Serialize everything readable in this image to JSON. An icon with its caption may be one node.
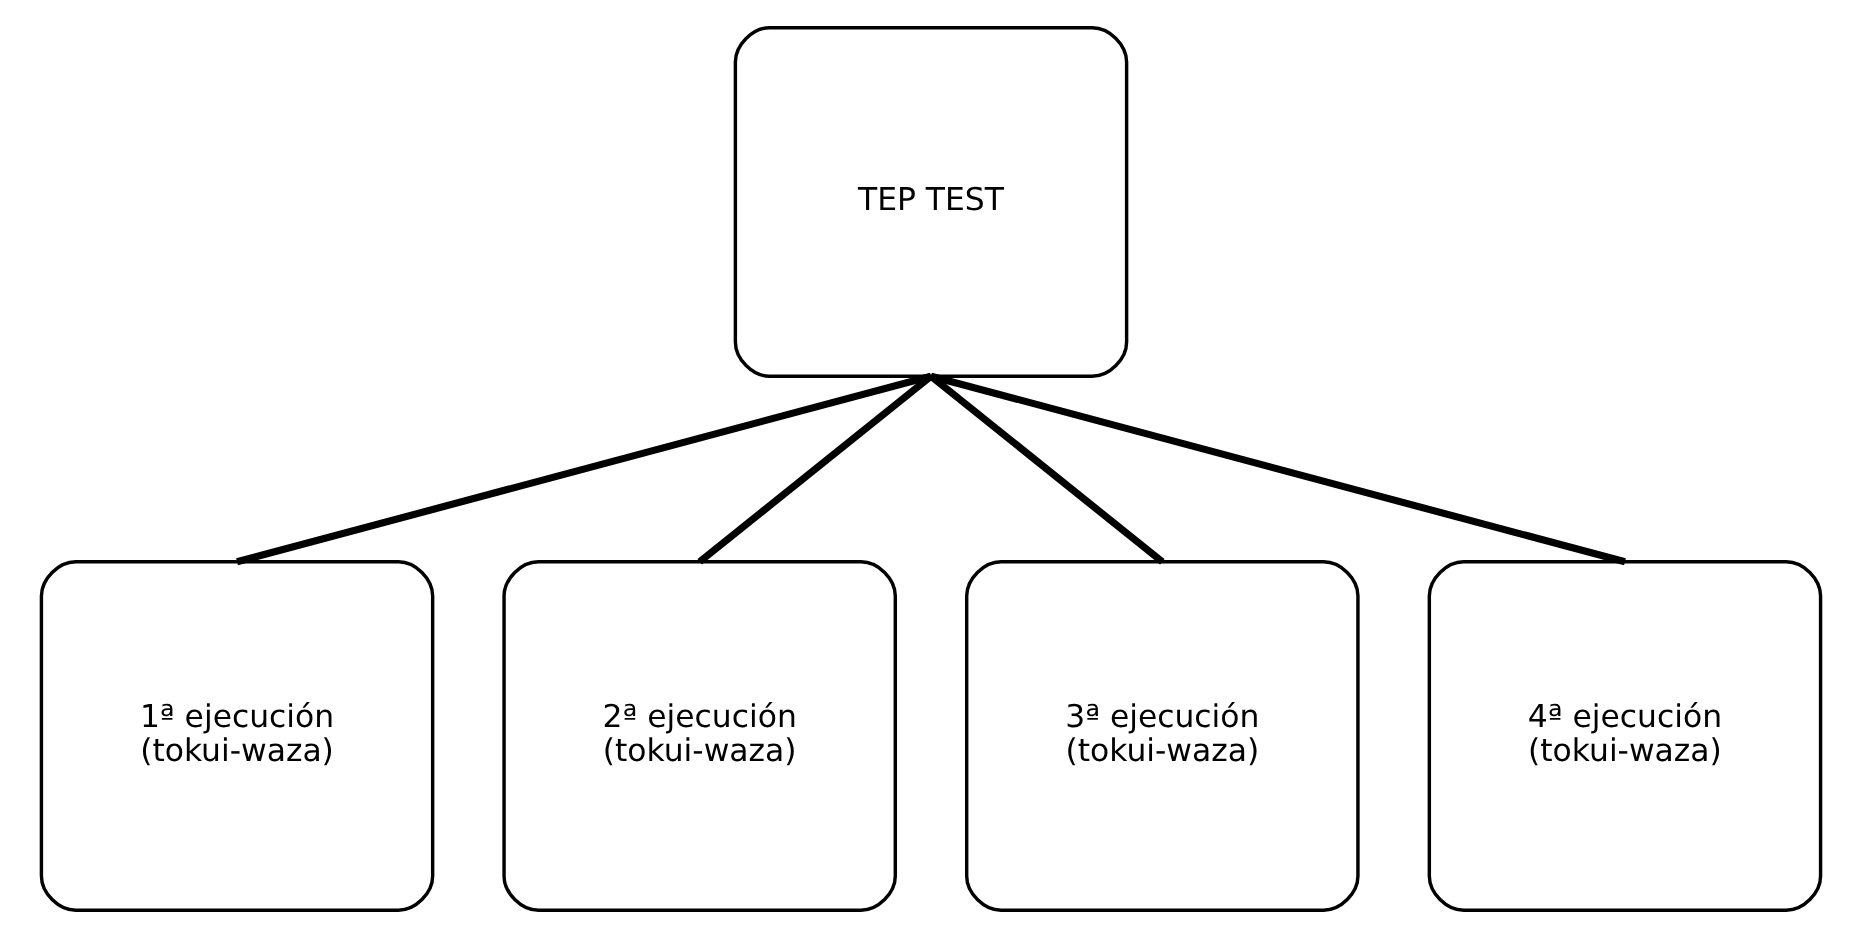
{
  "diagram": {
    "nodes": [
      {
        "text": [
          "TEP TEST"
        ]
      },
      {
        "text": [
          "1ª ejecución (tokui-waza)"
        ]
      },
      {
        "text": [
          "2ª ejecución (tokui-waza)"
        ]
      },
      {
        "text": [
          "3ª ejecución (tokui-waza)"
        ]
      },
      {
        "text": [
          "4ª ejecución (tokui-waza)"
        ]
      }
    ],
    "edges": [
      {
        "from": 0,
        "to": 1,
        "arrow": "none"
      },
      {
        "from": 0,
        "to": 2,
        "arrow": "none"
      },
      {
        "from": 0,
        "to": 3,
        "arrow": "none"
      },
      {
        "from": 0,
        "to": 4,
        "arrow": "none"
      }
    ]
  }
}
